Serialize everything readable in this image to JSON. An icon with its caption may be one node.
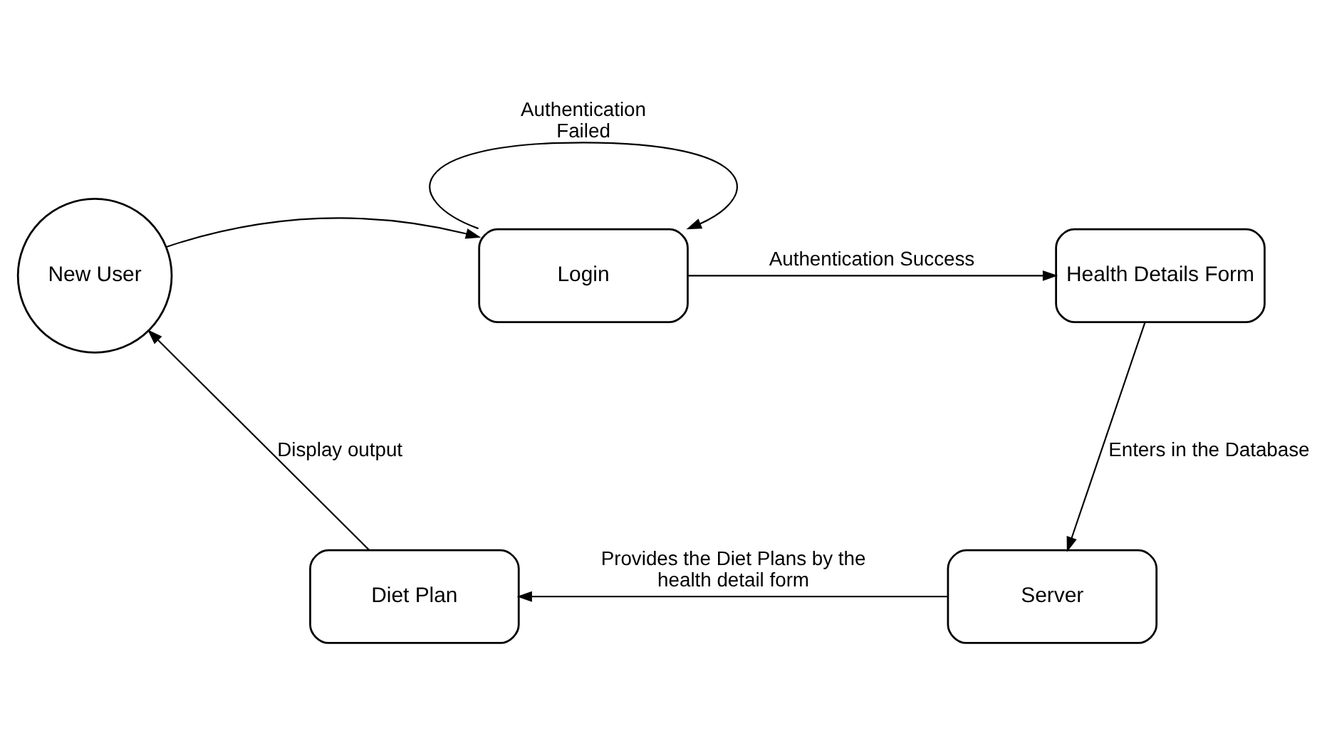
{
  "diagram": {
    "nodes": [
      {
        "text": [
          "New User"
        ]
      },
      {
        "text": [
          "Login"
        ]
      },
      {
        "text": [
          "Health Details Form"
        ]
      },
      {
        "text": [
          "Server"
        ]
      },
      {
        "text": [
          "Diet Plan"
        ]
      }
    ],
    "edges": [
      {
        "from": 0,
        "to": 1,
        "arrow": "to"
      },
      {
        "from": 1,
        "to": 1,
        "arrow": "to",
        "label": "Authentication Failed"
      },
      {
        "from": 1,
        "to": 2,
        "arrow": "to",
        "label": "Authentication Success"
      },
      {
        "from": 2,
        "to": 3,
        "arrow": "to",
        "label": "Enters in the Database"
      },
      {
        "from": 3,
        "to": 4,
        "arrow": "to",
        "label": "Provides the Diet Plans by the health detail form"
      },
      {
        "from": 4,
        "to": 0,
        "arrow": "to",
        "label": "Display output"
      }
    ]
  }
}
